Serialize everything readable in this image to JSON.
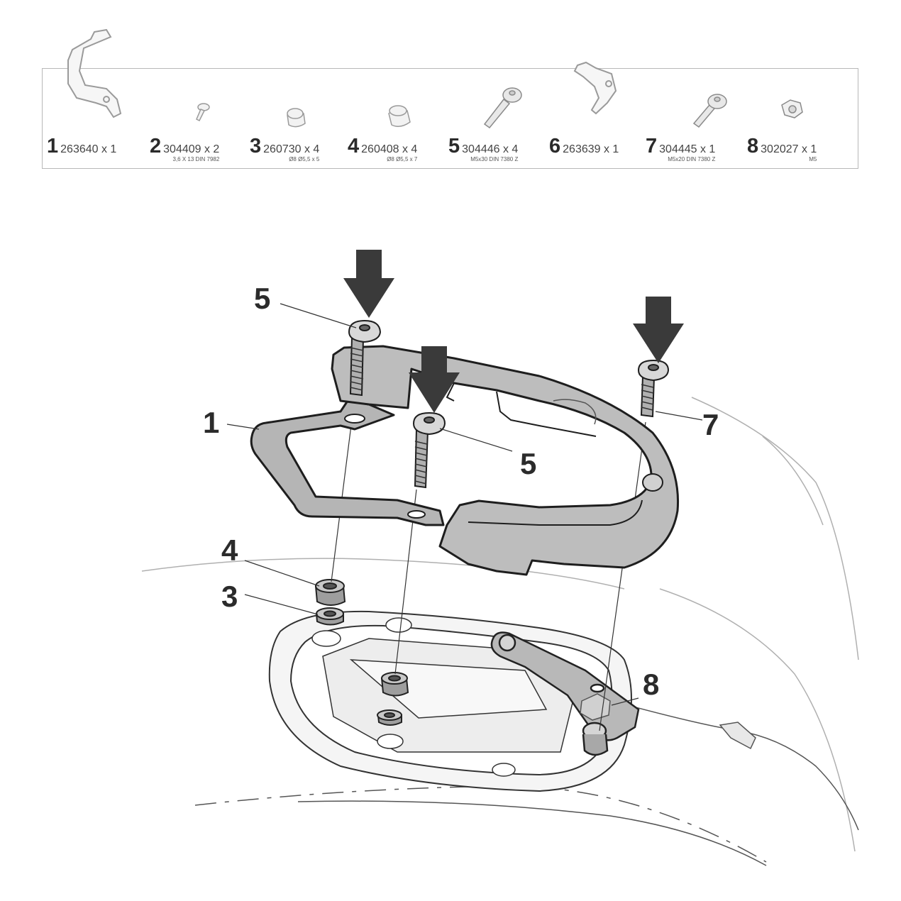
{
  "parts": [
    {
      "num": "1",
      "code": "263640 x 1",
      "spec": ""
    },
    {
      "num": "2",
      "code": "304409 x 2",
      "spec": "3,6 X 13 DIN 7982"
    },
    {
      "num": "3",
      "code": "260730 x 4",
      "spec": "Ø8 Ø5,5 x 5"
    },
    {
      "num": "4",
      "code": "260408 x 4",
      "spec": "Ø8 Ø5,5 x 7"
    },
    {
      "num": "5",
      "code": "304446 x 4",
      "spec": "M5x30 DIN 7380 Z"
    },
    {
      "num": "6",
      "code": "263639 x 1",
      "spec": ""
    },
    {
      "num": "7",
      "code": "304445 x 1",
      "spec": "M5x20 DIN 7380 Z"
    },
    {
      "num": "8",
      "code": "302027 x 1",
      "spec": "M5"
    }
  ],
  "callouts": {
    "c5a": "5",
    "c1": "1",
    "c5b": "5",
    "c7": "7",
    "c4": "4",
    "c3": "3",
    "c8": "8"
  },
  "colors": {
    "line": "#2e2e2e",
    "part_fill": "#bdbdbd",
    "light_line": "#9a9a9a",
    "arrow": "#3a3a3a"
  }
}
